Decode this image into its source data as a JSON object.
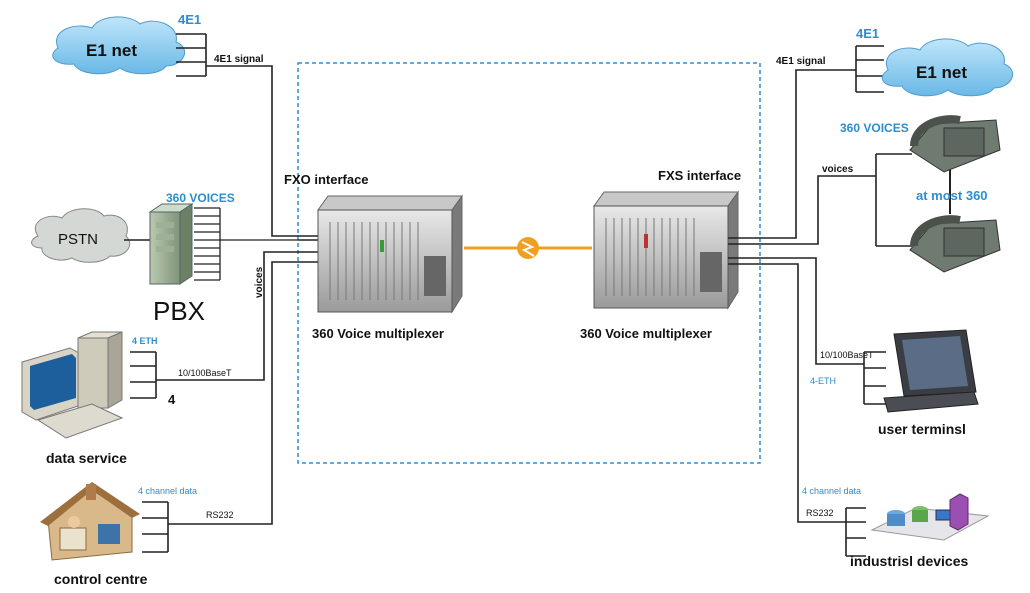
{
  "left": {
    "e1_net": "E1 net",
    "e1_count": "4E1",
    "e1_signal": "4E1 signal",
    "pstn": "PSTN",
    "voices_360": "360 VOICES",
    "pbx": "PBX",
    "voices": "voices",
    "eth_count": "4 ETH",
    "base_t": "10/100BaseT",
    "eth_num": "4",
    "data_service": "data service",
    "channel_data": "4 channel data",
    "rs232": "RS232",
    "control_centre": "control centre"
  },
  "center": {
    "fxo": "FXO interface",
    "fxs": "FXS interface",
    "mux_left": "360  Voice multiplexer",
    "mux_right": "360  Voice multiplexer"
  },
  "right": {
    "e1_count": "4E1",
    "e1_signal": "4E1 signal",
    "e1_net": "E1 net",
    "voices_360": "360 VOICES",
    "voices": "voices",
    "at_most": "at most 360",
    "base_t": "10/100BaseT",
    "eth_count": "4-ETH",
    "user_terminal": "user terminsl",
    "channel_data": "4 channel data",
    "rs232": "RS232",
    "industrial": "industrisl devices"
  }
}
